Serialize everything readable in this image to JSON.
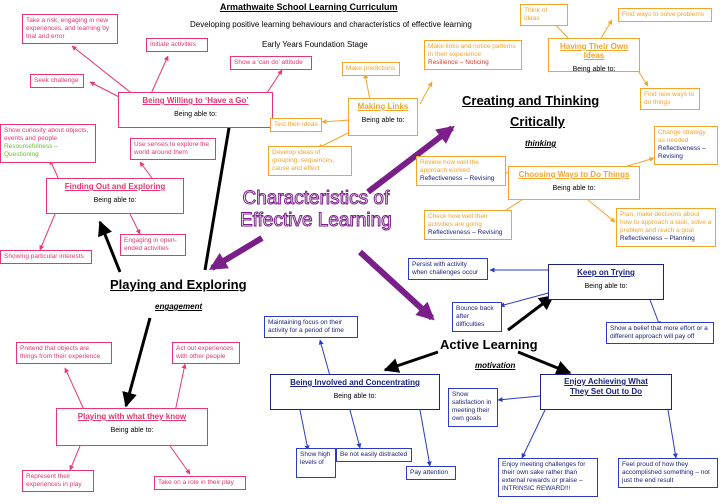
{
  "header": {
    "school": "Armathwaite School Learning Curriculum",
    "subtitle": "Developing  positive learning behaviours and characteristics of effective learning",
    "stage": "Early Years Foundation Stage"
  },
  "center": {
    "line1": "Characteristics of",
    "line2": "Effective Learning"
  },
  "themes": {
    "playing": {
      "title": "Playing and Exploring",
      "sub": "engagement"
    },
    "creating": {
      "title1": "Creating and Thinking",
      "title2": "Critically",
      "sub": "thinking"
    },
    "active": {
      "title": "Active Learning",
      "sub": "motivation"
    }
  },
  "able": "Being able to:",
  "have_a_go": {
    "title": "Being Willing to ‘Have a Go’",
    "notes": {
      "risk": "Take a risk, engaging in new experiences, and learning by trial and error",
      "initiate": "Initiate activities",
      "challenge": "Seek challenge",
      "cando": "Show a ‘can do’ attitude"
    }
  },
  "finding_out": {
    "title": "Finding Out and Exploring",
    "notes": {
      "curiosity": "Show curiosity about objects, events and people",
      "curiosity_tag": "Resourcefulness –  Questioning",
      "senses": "Use senses to explore the world around them",
      "interests": "Showing particular interests",
      "open_ended": "Engaging in open-ended activities"
    }
  },
  "playing_with": {
    "title": "Playing with what they know",
    "notes": {
      "pretend": "Pretend that objects are things from their experience",
      "act": "Act out experiences with other people",
      "represent": "Represent their experiences in play",
      "role": "Take on a role in their play"
    }
  },
  "making_links": {
    "title": "Making Links",
    "notes": {
      "patterns": "Make links and notice patterns in their experience",
      "patterns_tag": "Resilience – Noticing",
      "predictions": "Make predictions",
      "test": "Test their ideas",
      "grouping": "Develop ideas of grouping, sequences, cause and effect"
    }
  },
  "own_ideas": {
    "title": "Having Their Own Ideas",
    "notes": {
      "think": "Think of ideas",
      "solve": "Find ways to solve problems",
      "new_ways": "Find new ways to do things"
    }
  },
  "choosing": {
    "title": "Choosing Ways to Do Things",
    "notes": {
      "review": "Review how well the approach worked",
      "review_tag": "Reflectiveness – Revising",
      "change": "Change strategy as needed",
      "change_tag": "Reflectiveness – Revising",
      "check": "Check how well their activities are going",
      "check_tag": "Reflectiveness – Revising",
      "plan": "Plan, make decisions about how to approach a task, solve a problem and reach a goal",
      "plan_tag": "Reflectiveness – Planning"
    }
  },
  "keep_trying": {
    "title": "Keep on Trying",
    "notes": {
      "persist": "Persist with activity when challenges occur",
      "bounce": "Bounce back after difficulties",
      "belief": "Show a belief that more effort or a different approach will pay off"
    }
  },
  "involved": {
    "title": "Being Involved and Concentrating",
    "notes": {
      "focus": "Maintaining focus on their activity for a period of time",
      "high": "Show high levels of",
      "distracted": "Be not easily distracted",
      "attention": "Pay attention"
    }
  },
  "enjoy": {
    "title1": "Enjoy Achieving What",
    "title2": "They Set Out to Do",
    "notes": {
      "satisfaction": "Show satisfaction in meeting their own goals",
      "meeting": "Enjoy meeting challenges for their own sake rather than external rewards or praise – INTRINSIC REWARD!!!",
      "proud": "Feel proud of how they accomplished something – not just the end result"
    }
  },
  "colors": {
    "pink": "#e8366f",
    "orange": "#f2a52a",
    "blue": "#2b3bc4",
    "purple": "#7a1f8a",
    "green": "#6abf3a"
  }
}
